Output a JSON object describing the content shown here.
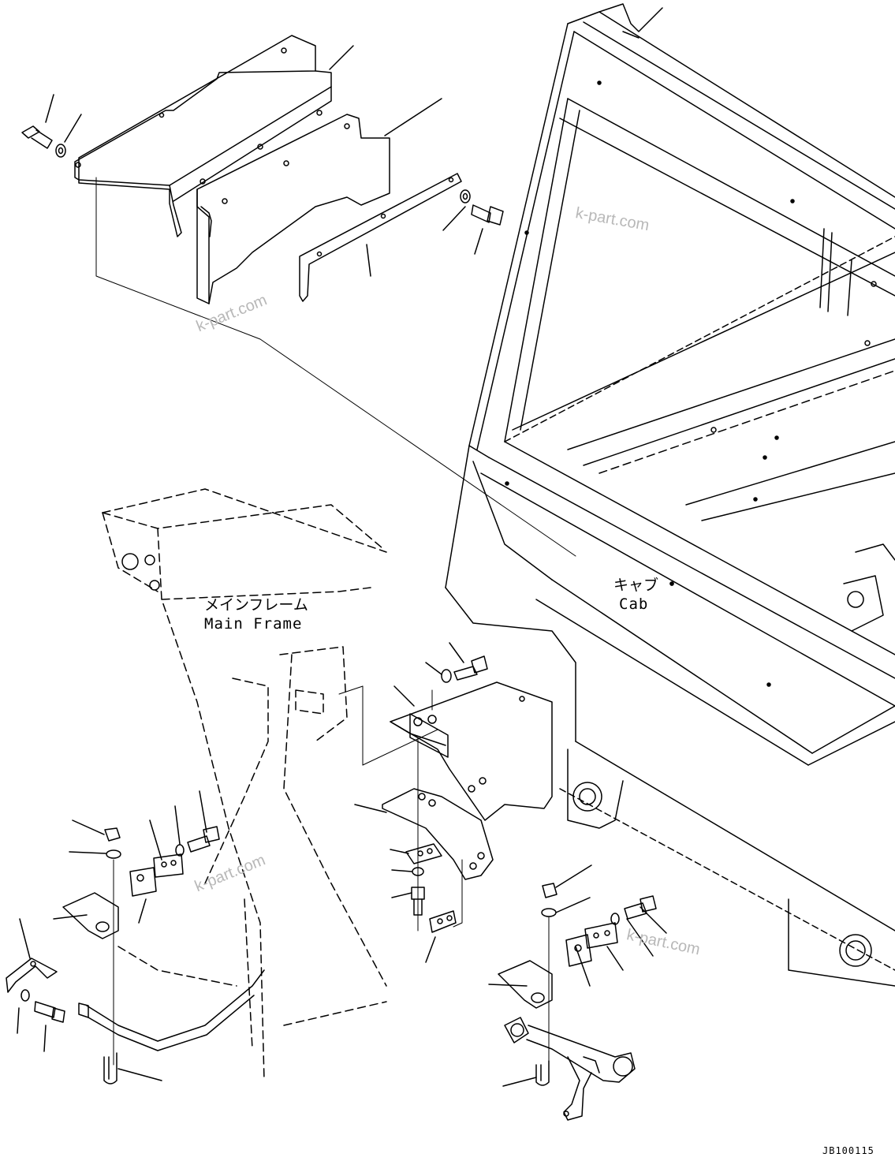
{
  "labels": {
    "main_frame_jp": "メインフレーム",
    "main_frame_en": "Main Frame",
    "cab_jp": "キャブ",
    "cab_en": "Cab"
  },
  "watermark": "k-part.com",
  "drawing_code": "JB100115",
  "colors": {
    "line": "#000000",
    "watermark": "#b8b8b8"
  }
}
